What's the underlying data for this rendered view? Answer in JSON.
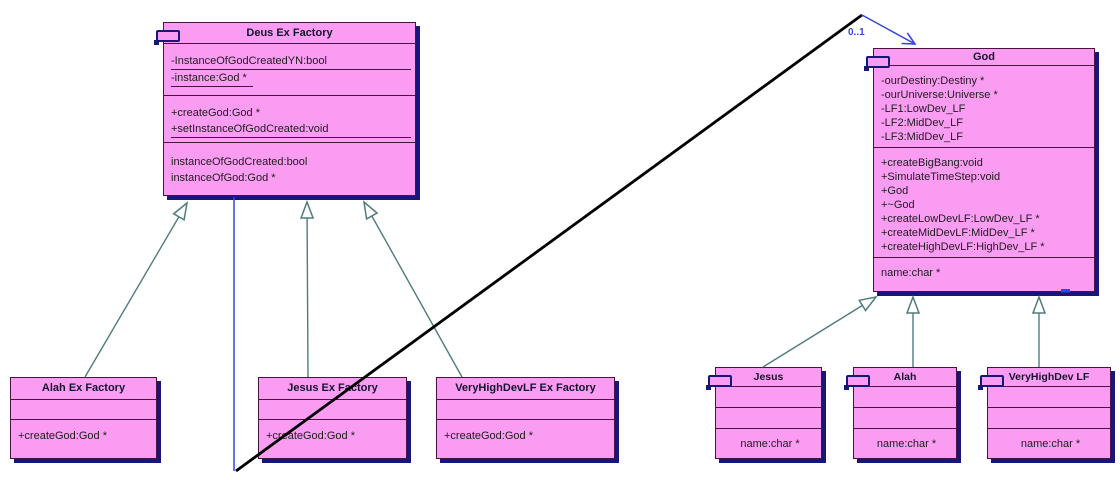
{
  "colors": {
    "box_fill": "#FA9DF2",
    "box_border": "#4A1240",
    "box_shadow": "#17177A",
    "title_text": "#14142E",
    "member_text": "#1C1C1C",
    "generalization_line": "#4E7C7C",
    "association_line": "#3346E0",
    "diagonal_line": "#000000",
    "background": "#FFFFFF"
  },
  "association": {
    "multiplicity": "0..1"
  },
  "classes": {
    "deus": {
      "title": "Deus Ex Factory",
      "icon": "class-icon",
      "attributes": [
        {
          "text": "-InstanceOfGodCreatedYN:bool",
          "underline": "full"
        },
        {
          "text": "-instance:God *",
          "underline": "text"
        }
      ],
      "methods": [
        {
          "text": "+createGod:God *"
        },
        {
          "text": "+setInstanceOfGodCreated:void",
          "underline": "full"
        }
      ],
      "properties": [
        {
          "text": "instanceOfGodCreated:bool"
        },
        {
          "text": "instanceOfGod:God *"
        }
      ]
    },
    "god": {
      "title": "God",
      "icon": "class-icon",
      "attributes": [
        {
          "text": "-ourDestiny:Destiny *"
        },
        {
          "text": "-ourUniverse:Universe *"
        },
        {
          "text": "-LF1:LowDev_LF"
        },
        {
          "text": "-LF2:MidDev_LF"
        },
        {
          "text": "-LF3:MidDev_LF"
        }
      ],
      "methods": [
        {
          "text": "+createBigBang:void"
        },
        {
          "text": "+SimulateTimeStep:void"
        },
        {
          "text": "+God"
        },
        {
          "text": "+~God"
        },
        {
          "text": "+createLowDevLF:LowDev_LF *"
        },
        {
          "text": "+createMidDevLF:MidDev_LF *"
        },
        {
          "text": "+createHighDevLF:HighDev_LF *"
        }
      ],
      "properties": [
        {
          "text": "name:char *"
        }
      ]
    },
    "alah_factory": {
      "title": "Alah Ex Factory",
      "attributes": [],
      "methods": [
        {
          "text": "+createGod:God *"
        }
      ]
    },
    "jesus_factory": {
      "title": "Jesus Ex Factory",
      "attributes": [],
      "methods": [
        {
          "text": "+createGod:God *"
        }
      ]
    },
    "vhd_factory": {
      "title": "VeryHighDevLF Ex Factory",
      "attributes": [],
      "methods": [
        {
          "text": "+createGod:God *"
        }
      ]
    },
    "jesus": {
      "title": "Jesus",
      "icon": "class-icon",
      "attributes": [],
      "methods": [],
      "properties": [
        {
          "text": "name:char *"
        }
      ]
    },
    "alah": {
      "title": "Alah",
      "icon": "class-icon",
      "attributes": [],
      "methods": [],
      "properties": [
        {
          "text": "name:char *"
        }
      ]
    },
    "vhd_lf": {
      "title": "VeryHighDev LF",
      "icon": "class-icon",
      "attributes": [],
      "methods": [],
      "properties": [
        {
          "text": "name:char *"
        }
      ]
    }
  }
}
